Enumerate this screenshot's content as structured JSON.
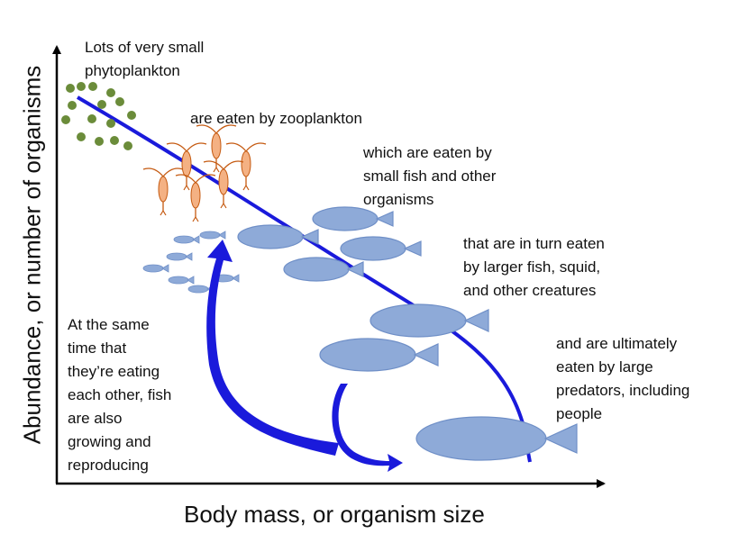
{
  "axes": {
    "y_label": "Abundance, or number of organisms",
    "x_label": "Body mass, or organism size"
  },
  "captions": {
    "phytoplankton": [
      "Lots of very small",
      "phytoplankton"
    ],
    "zooplankton": [
      "are eaten by zooplankton"
    ],
    "small_fish": [
      "which are eaten by",
      "small fish and other",
      "organisms"
    ],
    "larger_fish": [
      "that are in turn eaten",
      "by larger fish, squid,",
      "and other creatures"
    ],
    "predators": [
      "and are ultimately",
      "eaten by large",
      "predators, including",
      "people"
    ],
    "growing": [
      "At the same",
      "time that",
      "they’re eating",
      "each other, fish",
      "are also",
      "growing and",
      "reproducing"
    ]
  },
  "colors": {
    "trend_line": "#1a1adb",
    "phytoplankton": "#6b8c3a",
    "zooplankton_body": "#f4b183",
    "zooplankton_outline": "#c55a11",
    "fish_fill": "#8eaad8",
    "fish_outline": "#6f8fc7",
    "axis": "#000000"
  }
}
